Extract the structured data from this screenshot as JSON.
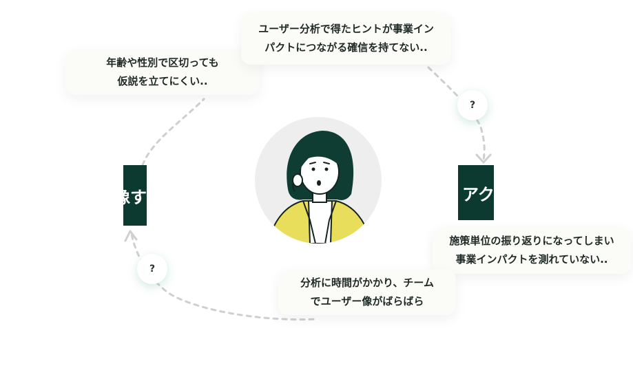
{
  "bubbles": {
    "top_left": {
      "line1": "年齢や性別で区切っても",
      "line2": "仮説を立てにくい.."
    },
    "top_right": {
      "line1": "ユーザー分析で得たヒントが事業イン",
      "line2": "パクトにつながる確信を持てない.."
    },
    "right": {
      "line1": "施策単位の振り返りになってしまい",
      "line2": "事業インパクトを測れていない.."
    },
    "bottom": {
      "line1": "分析に時間がかかり、チーム",
      "line2": "でユーザー像がばらばら"
    }
  },
  "boxes": {
    "left_label": "像す",
    "right_label": "アク"
  },
  "question_marks": {
    "top": "?",
    "bottom": "?"
  },
  "colors": {
    "dark_green": "#0d3a30",
    "bubble_bg": "#fbfbf7",
    "dash": "#cfcfcf",
    "avatar_bg": "#eeeeee",
    "jacket": "#e9dd5c"
  }
}
